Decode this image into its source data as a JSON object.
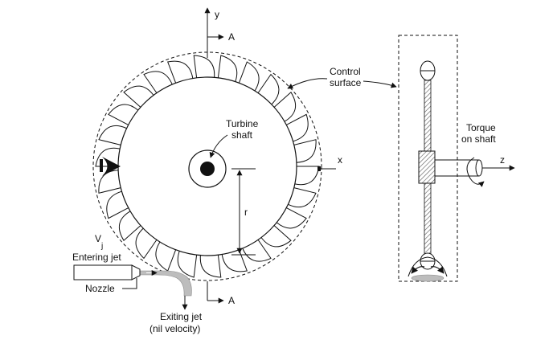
{
  "labels": {
    "axis_y": "y",
    "axis_x": "x",
    "axis_z": "z",
    "section_top": "A",
    "section_bottom": "A",
    "control_surface_1": "Control",
    "control_surface_2": "surface",
    "turbine_shaft_1": "Turbine",
    "turbine_shaft_2": "shaft",
    "torque_1": "Torque",
    "torque_2": "on shaft",
    "radius": "r",
    "velocity": "V",
    "velocity_sub": "j",
    "entering_jet": "Entering jet",
    "nozzle": "Nozzle",
    "exiting_jet_1": "Exiting jet",
    "exiting_jet_2": "(nil velocity)"
  },
  "colors": {
    "line": "#111111",
    "jet": "#b5b5b5",
    "hatch": "#555555"
  }
}
